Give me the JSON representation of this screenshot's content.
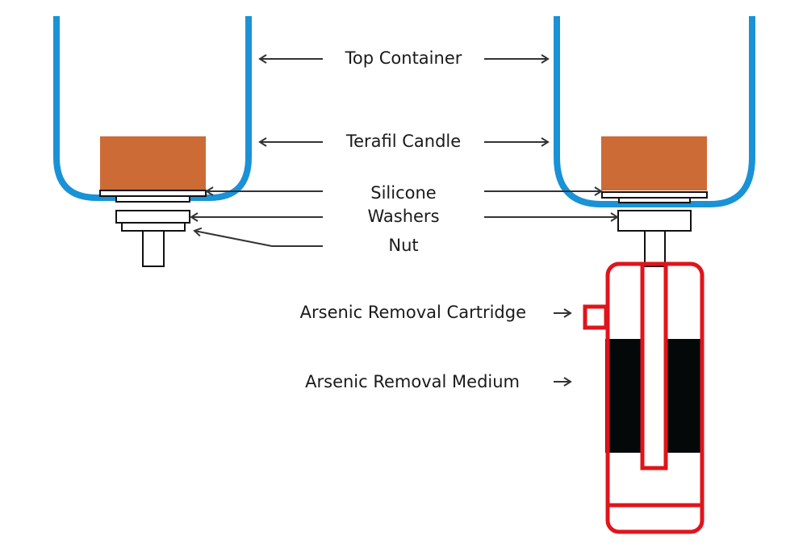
{
  "diagram": {
    "title": "",
    "labels": {
      "top_container": "Top Container",
      "terafil_candle": "Terafil Candle",
      "silicone_washers_line1": "Silicone",
      "silicone_washers_line2": "Washers",
      "nut": "Nut",
      "cartridge": "Arsenic Removal Cartridge",
      "medium": "Arsenic Removal Medium"
    },
    "colors": {
      "container": "#1a92d6",
      "candle": "#cc6b35",
      "cartridge": "#e0141b",
      "medium": "#050808",
      "hardware": "#111111",
      "arrow": "#333333"
    },
    "assemblies": [
      {
        "name": "without-cartridge",
        "parts": [
          "Top Container",
          "Terafil Candle",
          "Silicone Washers",
          "Nut"
        ]
      },
      {
        "name": "with-cartridge",
        "parts": [
          "Top Container",
          "Terafil Candle",
          "Silicone Washers",
          "Arsenic Removal Cartridge",
          "Arsenic Removal Medium"
        ]
      }
    ]
  }
}
